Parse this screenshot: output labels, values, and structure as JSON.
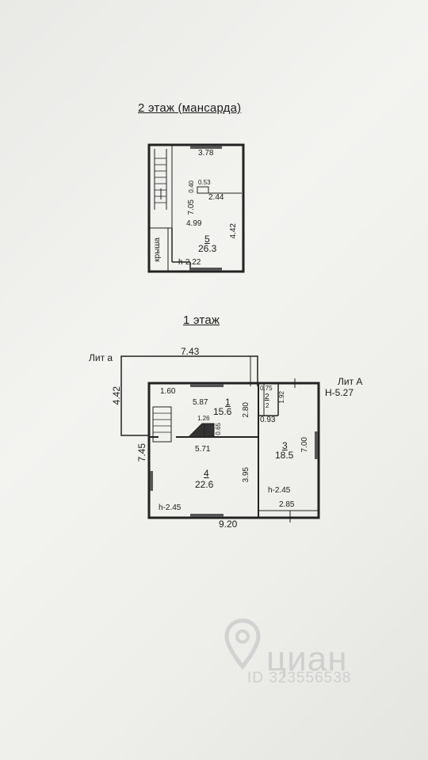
{
  "floor2": {
    "title": "2 этаж (мансарда)",
    "dims": {
      "top": "3.78",
      "small_w": "0.53",
      "small_h": "0.40",
      "inner_w": "2.44",
      "height": "7.05",
      "left_w": "4.99",
      "right_h": "4.42",
      "ceiling_h": "h-2.22"
    },
    "room": {
      "num": "5",
      "area": "26.3"
    },
    "roof_label": "крыша"
  },
  "floor1": {
    "title": "1 этаж",
    "lit_a": "Лит а",
    "lit_A": "Лит А",
    "lit_A_height": "H-5.27",
    "dims": {
      "veranda_w": "7.43",
      "veranda_h": "4.42",
      "total_h": "7.45",
      "total_w": "9.20",
      "d160": "1.60",
      "d587": "5.87",
      "d280": "2.80",
      "d126": "1.26",
      "d065": "0.65",
      "d571": "5.71",
      "d395": "3.95",
      "d075": "0.75",
      "d192": "1.92",
      "d093": "0.93",
      "d700": "7.00",
      "d285": "2.85",
      "h_left": "h-2.45",
      "h_right": "h-2.45"
    },
    "rooms": [
      {
        "num": "1",
        "area": "15.6"
      },
      {
        "num": "2",
        "area": "2"
      },
      {
        "num": "3",
        "area": "18.5"
      },
      {
        "num": "4",
        "area": "22.6"
      }
    ]
  },
  "watermark": {
    "brand": "циан",
    "id": "ID 323556538"
  }
}
